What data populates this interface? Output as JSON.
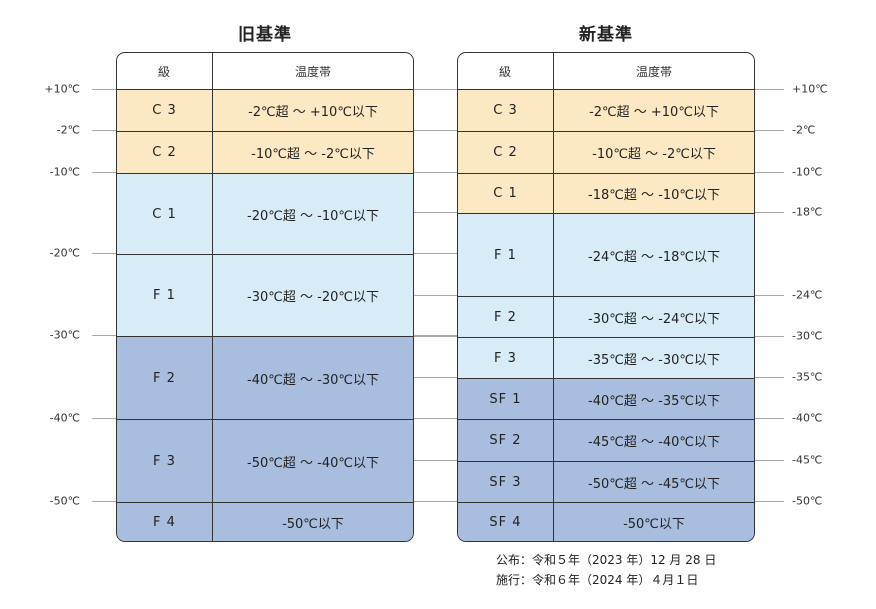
{
  "old": {
    "title": "旧基準",
    "header": {
      "grade": "級",
      "range": "温度帯"
    },
    "rows": [
      {
        "grade": "C 3",
        "range": "-2℃超 ～ +10℃以下"
      },
      {
        "grade": "C 2",
        "range": "-10℃超 ～ -2℃以下"
      },
      {
        "grade": "C 1",
        "range": "-20℃超 ～ -10℃以下"
      },
      {
        "grade": "F 1",
        "range": "-30℃超 ～ -20℃以下"
      },
      {
        "grade": "F 2",
        "range": "-40℃超 ～ -30℃以下"
      },
      {
        "grade": "F 3",
        "range": "-50℃超 ～ -40℃以下"
      },
      {
        "grade": "F 4",
        "range": "-50℃以下"
      }
    ],
    "temps": [
      "+10℃",
      "-2℃",
      "-10℃",
      "-20℃",
      "-30℃",
      "-40℃",
      "-50℃"
    ]
  },
  "new": {
    "title": "新基準",
    "header": {
      "grade": "級",
      "range": "温度帯"
    },
    "rows": [
      {
        "grade": "C 3",
        "range": "-2℃超 ～ +10℃以下"
      },
      {
        "grade": "C 2",
        "range": "-10℃超 ～ -2℃以下"
      },
      {
        "grade": "C 1",
        "range": "-18℃超 ～ -10℃以下"
      },
      {
        "grade": "F 1",
        "range": "-24℃超 ～ -18℃以下"
      },
      {
        "grade": "F 2",
        "range": "-30℃超 ～ -24℃以下"
      },
      {
        "grade": "F 3",
        "range": "-35℃超 ～ -30℃以下"
      },
      {
        "grade": "SF 1",
        "range": "-40℃超 ～ -35℃以下"
      },
      {
        "grade": "SF 2",
        "range": "-45℃超 ～ -40℃以下"
      },
      {
        "grade": "SF 3",
        "range": "-50℃超 ～ -45℃以下"
      },
      {
        "grade": "SF 4",
        "range": "-50℃以下"
      }
    ],
    "temps": [
      "+10℃",
      "-2℃",
      "-10℃",
      "-18℃",
      "-24℃",
      "-30℃",
      "-35℃",
      "-40℃",
      "-45℃",
      "-50℃"
    ]
  },
  "notes": {
    "published": "公布：令和５年（2023 年）12 月 28 日",
    "enforced": "施行：令和６年（2024 年）４月１日"
  },
  "colors": {
    "chilled": "#fde8c4",
    "frozen": "#d8ecf8",
    "superfrozen": "#a9bddf"
  }
}
